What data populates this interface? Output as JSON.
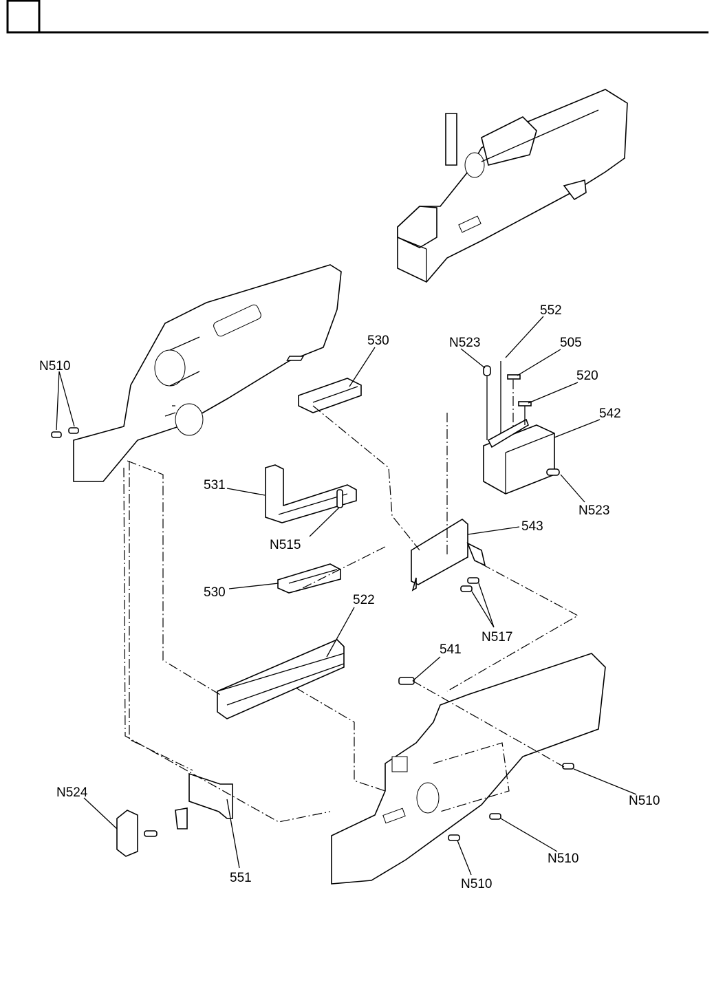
{
  "header": {
    "box_text": ""
  },
  "labels": {
    "n510_left": "N510",
    "p530_top": "530",
    "p552": "552",
    "n523_top": "N523",
    "p505": "505",
    "p520": "520",
    "p542": "542",
    "n523_bottom": "N523",
    "p531": "531",
    "n515": "N515",
    "p543": "543",
    "p530_bottom": "530",
    "p522": "522",
    "n517": "N517",
    "p541": "541",
    "n524": "N524",
    "p551": "551",
    "n510_right1": "N510",
    "n510_right2": "N510",
    "n510_right3": "N510"
  }
}
